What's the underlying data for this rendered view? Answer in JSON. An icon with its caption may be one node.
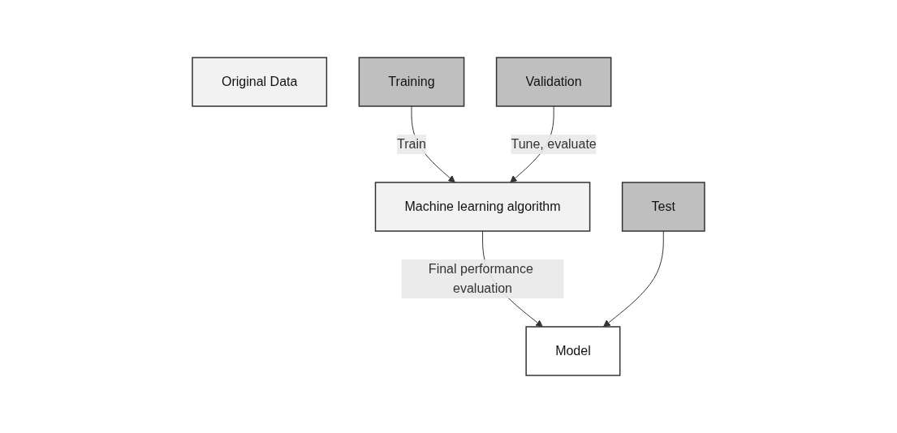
{
  "diagram": {
    "nodes": [
      {
        "text": [
          "Original Data"
        ]
      },
      {
        "text": [
          "Training"
        ]
      },
      {
        "text": [
          "Validation"
        ]
      },
      {
        "text": [
          "Test"
        ]
      },
      {
        "text": [
          "Machine learning algorithm"
        ]
      },
      {
        "text": [
          "Model"
        ]
      }
    ],
    "edges": [
      {
        "from": 1,
        "to": 4,
        "arrow": "to",
        "label": "Train"
      },
      {
        "from": 2,
        "to": 4,
        "arrow": "to",
        "label": "Tune, evaluate"
      },
      {
        "from": 4,
        "to": 5,
        "arrow": "to",
        "label": "Final performance evaluation"
      },
      {
        "from": 3,
        "to": 5,
        "arrow": "to"
      }
    ]
  }
}
